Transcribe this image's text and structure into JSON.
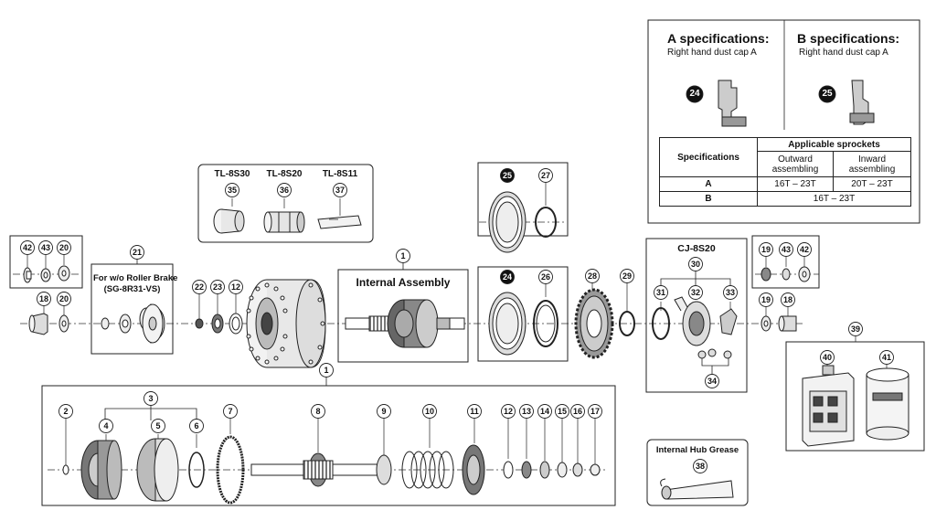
{
  "callouts": {
    "c1": "1",
    "c2": "2",
    "c3": "3",
    "c4": "4",
    "c5": "5",
    "c6": "6",
    "c7": "7",
    "c8": "8",
    "c9": "9",
    "c10": "10",
    "c11": "11",
    "c12": "12",
    "c13": "13",
    "c14": "14",
    "c15": "15",
    "c16": "16",
    "c17": "17",
    "c18": "18",
    "c19": "19",
    "c20": "20",
    "c21": "21",
    "c22": "22",
    "c23": "23",
    "c24": "24",
    "c25": "25",
    "c26": "26",
    "c27": "27",
    "c28": "28",
    "c29": "29",
    "c30": "30",
    "c31": "31",
    "c32": "32",
    "c33": "33",
    "c34": "34",
    "c35": "35",
    "c36": "36",
    "c37": "37",
    "c38": "38",
    "c39": "39",
    "c40": "40",
    "c41": "41",
    "c42": "42",
    "c43": "43"
  },
  "tools": {
    "tl8s30": "TL-8S30",
    "tl8s20": "TL-8S20",
    "tl8s11": "TL-8S11"
  },
  "roller_brake": {
    "line1": "For w/o Roller Brake",
    "line2": "(SG-8R31-VS)"
  },
  "internal_assembly": "Internal Assembly",
  "cj8s20": "CJ-8S20",
  "grease": "Internal Hub Grease",
  "spec_panel": {
    "a_title": "A specifications:",
    "a_sub": "Right hand dust cap A",
    "b_title": "B specifications:",
    "b_sub": "Right hand dust cap A",
    "table": {
      "specifications": "Specifications",
      "applicable": "Applicable sprockets",
      "outward": "Outward assembling",
      "inward": "Inward assembling",
      "row_a_label": "A",
      "row_a_outward": "16T – 23T",
      "row_a_inward": "20T – 23T",
      "row_b_label": "B",
      "row_b_all": "16T – 23T"
    }
  }
}
